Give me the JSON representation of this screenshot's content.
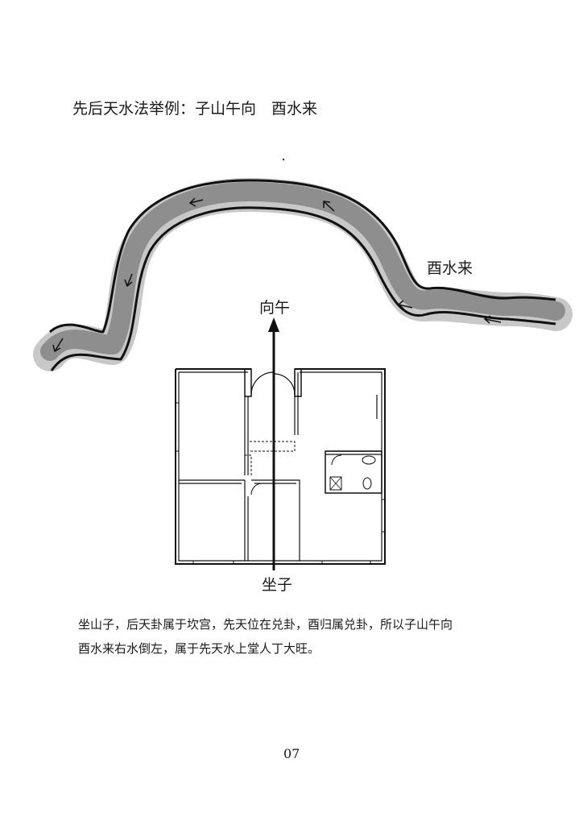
{
  "title": "先后天水法举例：子山午向　酉水来",
  "labels": {
    "water": "酉水来",
    "facing": "向午",
    "sitting": "坐子"
  },
  "description": {
    "line1": "坐山子，后天卦属于坎宫，先天位在兑卦，酉归属兑卦，所以子山午向",
    "line2": "酉水来右水倒左，属于先天水上堂人丁大旺。"
  },
  "page_number": "07",
  "colors": {
    "river_fill": "#8e8e8e",
    "river_shadow": "#c4c4c4",
    "ink": "#111111"
  }
}
